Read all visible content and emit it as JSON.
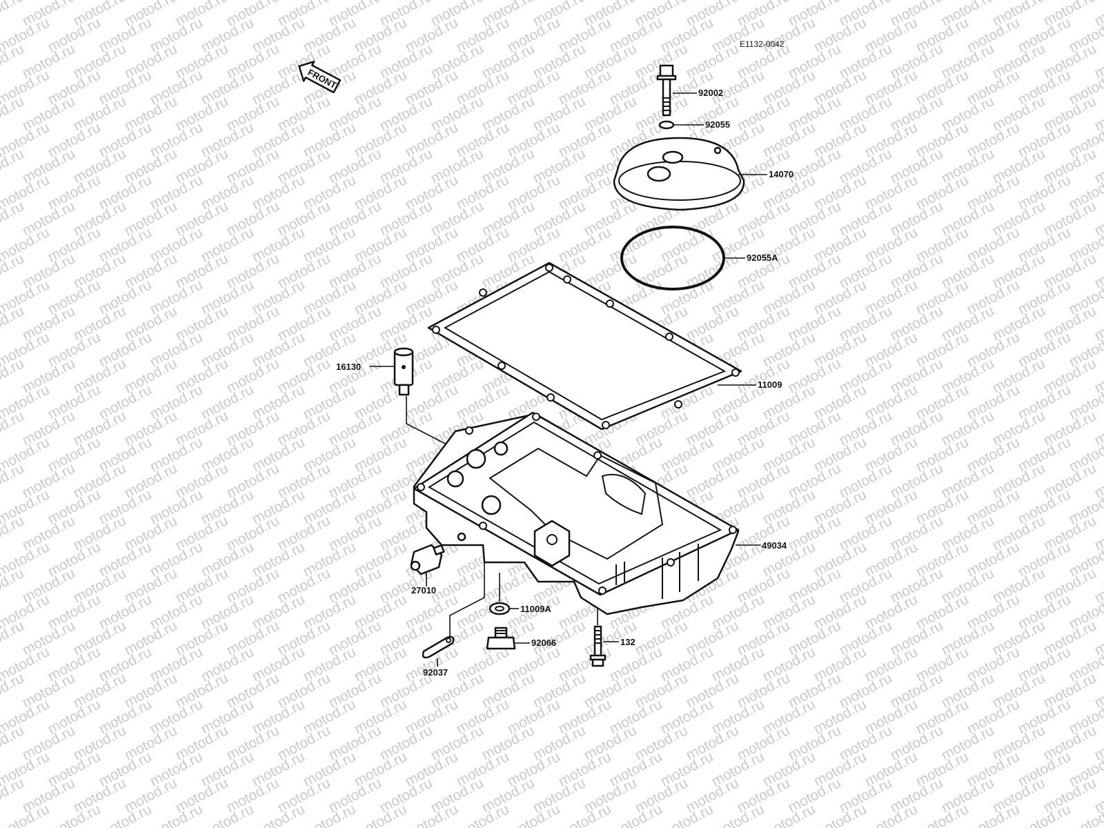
{
  "figure": {
    "code": "E1132-0042",
    "front_label": "FRONT"
  },
  "watermark": {
    "text": "motod.ru",
    "color": "#c9c9c9"
  },
  "parts": [
    {
      "number": "92002"
    },
    {
      "number": "92055"
    },
    {
      "number": "14070"
    },
    {
      "number": "92055A"
    },
    {
      "number": "11009"
    },
    {
      "number": "16130"
    },
    {
      "number": "49034"
    },
    {
      "number": "27010"
    },
    {
      "number": "11009A"
    },
    {
      "number": "92066"
    },
    {
      "number": "132"
    },
    {
      "number": "92037"
    }
  ]
}
